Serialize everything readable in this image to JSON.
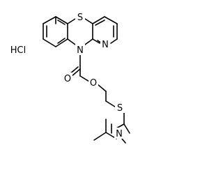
{
  "molecule": {
    "salt_label": "HCl",
    "atoms": {
      "ring_sulfur": "S",
      "ring_nitrogen": "N",
      "pyridine_nitrogen": "N",
      "carbonyl_oxygen": "O",
      "ester_oxygen": "O",
      "thioether_sulfur": "S",
      "amine_nitrogen": "N"
    }
  }
}
